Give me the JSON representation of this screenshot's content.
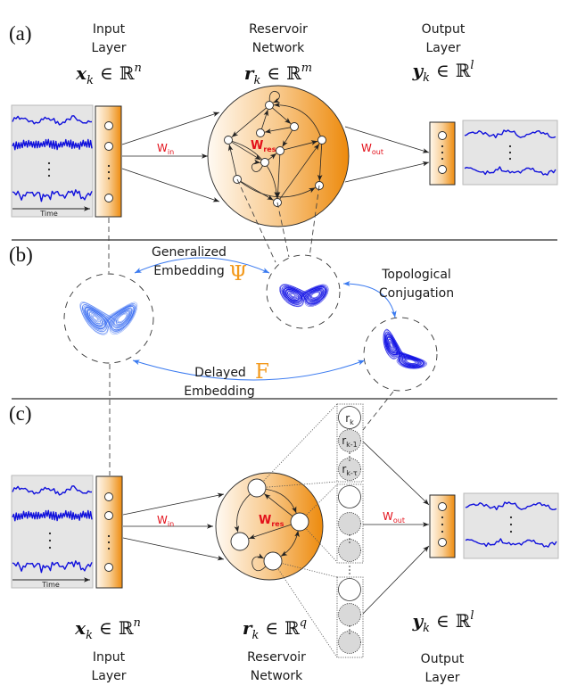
{
  "panel_a": {
    "label": "(a)",
    "input_layer": {
      "title": [
        "Input",
        "Layer"
      ],
      "formula": {
        "var": "x",
        "sub": "k",
        "rel": "∈",
        "set": "ℝ",
        "sup": "n"
      },
      "time_axis_label": "Time"
    },
    "reservoir": {
      "title": [
        "Reservoir",
        "Network"
      ],
      "formula": {
        "var": "r",
        "sub": "k",
        "rel": "∈",
        "set": "ℝ",
        "sup": "m"
      }
    },
    "output_layer": {
      "title": [
        "Output",
        "Layer"
      ],
      "formula": {
        "var": "y",
        "sub": "k",
        "rel": "∈",
        "set": "ℝ",
        "sup": "l"
      }
    },
    "weights": {
      "input": {
        "symbol": "W",
        "sub": "in"
      },
      "reservoir": {
        "symbol": "W",
        "sub": "res"
      },
      "output": {
        "symbol": "W",
        "sub": "out"
      }
    }
  },
  "panel_b": {
    "label": "(b)",
    "generalized_embedding": {
      "lines": [
        "Generalized",
        "Embedding"
      ],
      "symbol": "Ψ"
    },
    "topological_conjugation": {
      "lines": [
        "Topological",
        "Conjugation"
      ]
    },
    "delayed_embedding": {
      "lines": [
        "Delayed",
        "Embedding"
      ],
      "symbol": "F"
    }
  },
  "panel_c": {
    "label": "(c)",
    "input_layer": {
      "title": [
        "Input",
        "Layer"
      ],
      "formula": {
        "var": "x",
        "sub": "k",
        "rel": "∈",
        "set": "ℝ",
        "sup": "n"
      },
      "time_axis_label": "Time"
    },
    "reservoir": {
      "title": [
        "Reservoir",
        "Network"
      ],
      "formula": {
        "var": "r",
        "sub": "k",
        "rel": "∈",
        "set": "ℝ",
        "sup": "q"
      }
    },
    "output_layer": {
      "title": [
        "Output",
        "Layer"
      ],
      "formula": {
        "var": "y",
        "sub": "k",
        "rel": "∈",
        "set": "ℝ",
        "sup": "l"
      }
    },
    "weights": {
      "input": {
        "symbol": "W",
        "sub": "in"
      },
      "reservoir": {
        "symbol": "W",
        "sub": "res"
      },
      "output": {
        "symbol": "W",
        "sub": "out"
      }
    },
    "state_stack": {
      "current": {
        "base": "r",
        "sub": "k"
      },
      "previous": {
        "base": "r",
        "sub": "k-1"
      },
      "delayed": {
        "base": "r",
        "sub": "k-τ"
      }
    }
  },
  "colors": {
    "layer_orange": "#ef8c10",
    "weight_label_red": "#e3101a",
    "series_blue": "#1010dc",
    "original_attractor_blue": "#2b63f0",
    "reconstructed_attractor_blue": "#1212e4",
    "embedding_arrow_blue": "#3a7af0",
    "symbol_orange": "#f39a1d",
    "delayed_state_gray": "#d9d9d9"
  }
}
